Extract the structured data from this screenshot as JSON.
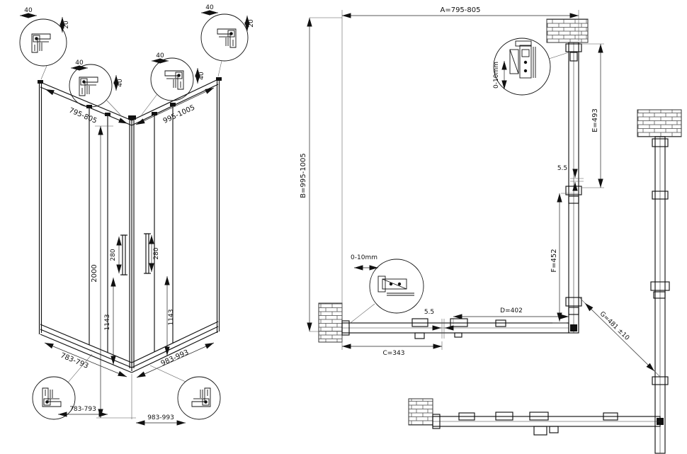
{
  "drawing": {
    "iso": {
      "corner_details": [
        {
          "h": "40",
          "v": "20"
        },
        {
          "h": "40",
          "v": "20"
        },
        {
          "h": "40",
          "v": "40"
        },
        {
          "h": "40",
          "v": "40"
        }
      ],
      "width_left_top": "795-805",
      "width_right_top": "995-1005",
      "height": "2000",
      "handle_left": "280",
      "handle_right": "280",
      "door_left": "1143",
      "door_right": "1143",
      "width_left_bottom": "783-793",
      "width_right_bottom": "983-993",
      "floor_detail_left": "783-793",
      "floor_detail_right": "983-993"
    },
    "plan": {
      "dim_a": "A=795-805",
      "dim_b": "B=995-1005",
      "dim_e": "E=493",
      "dim_f": "F=452",
      "dim_d": "D=402",
      "dim_c": "C=343",
      "dim_g": "G=481 ±10",
      "gap_top": "5.5",
      "gap_bottom": "5.5",
      "adjust_vertical": "0-10mm",
      "adjust_horizontal": "0-10mm"
    }
  }
}
